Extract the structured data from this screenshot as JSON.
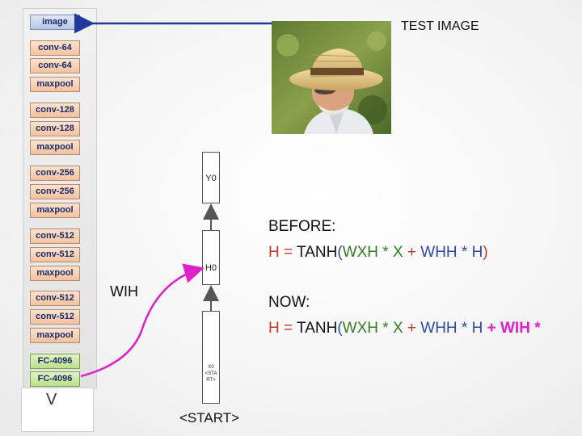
{
  "vgg_layers": [
    {
      "label": "image",
      "kind": "image"
    },
    {
      "label": "conv-64",
      "kind": "conv"
    },
    {
      "label": "conv-64",
      "kind": "conv"
    },
    {
      "label": "maxpool",
      "kind": "pool"
    },
    {
      "label": "conv-128",
      "kind": "conv"
    },
    {
      "label": "conv-128",
      "kind": "conv"
    },
    {
      "label": "maxpool",
      "kind": "pool"
    },
    {
      "label": "conv-256",
      "kind": "conv"
    },
    {
      "label": "conv-256",
      "kind": "conv"
    },
    {
      "label": "maxpool",
      "kind": "pool"
    },
    {
      "label": "conv-512",
      "kind": "conv"
    },
    {
      "label": "conv-512",
      "kind": "conv"
    },
    {
      "label": "maxpool",
      "kind": "pool"
    },
    {
      "label": "conv-512",
      "kind": "conv"
    },
    {
      "label": "conv-512",
      "kind": "conv"
    },
    {
      "label": "maxpool",
      "kind": "pool"
    },
    {
      "label": "FC-4096",
      "kind": "fc"
    },
    {
      "label": "FC-4096",
      "kind": "fc"
    }
  ],
  "v_label": "V",
  "test_image_label": "TEST IMAGE",
  "rnn": {
    "y0": "Y0",
    "h0": "H0",
    "x0_lines": [
      "X0",
      "<STA",
      "RT>"
    ],
    "start_label": "<START>",
    "wih_label": "WIH"
  },
  "equations": {
    "before_title": "BEFORE:",
    "before": {
      "lhs": "H = ",
      "tanh": "TANH",
      "open": "(",
      "wxh": "WXH * X",
      "plus1": " + ",
      "whh": "WHH * H",
      "close": ")"
    },
    "now_title": "NOW:",
    "now": {
      "lhs": "H = ",
      "tanh": "TANH",
      "open": "(",
      "wxh": "WXH * X",
      "plus1": " + ",
      "whh": "WHH * H",
      "plus2": " + ",
      "wih": "WIH *"
    }
  },
  "colors": {
    "arrow_blue": "#1f3a9a",
    "arrow_magenta": "#e020c8",
    "text_green": "#3a7a22",
    "text_blue": "#2f4a9e",
    "text_red": "#c0392b"
  }
}
